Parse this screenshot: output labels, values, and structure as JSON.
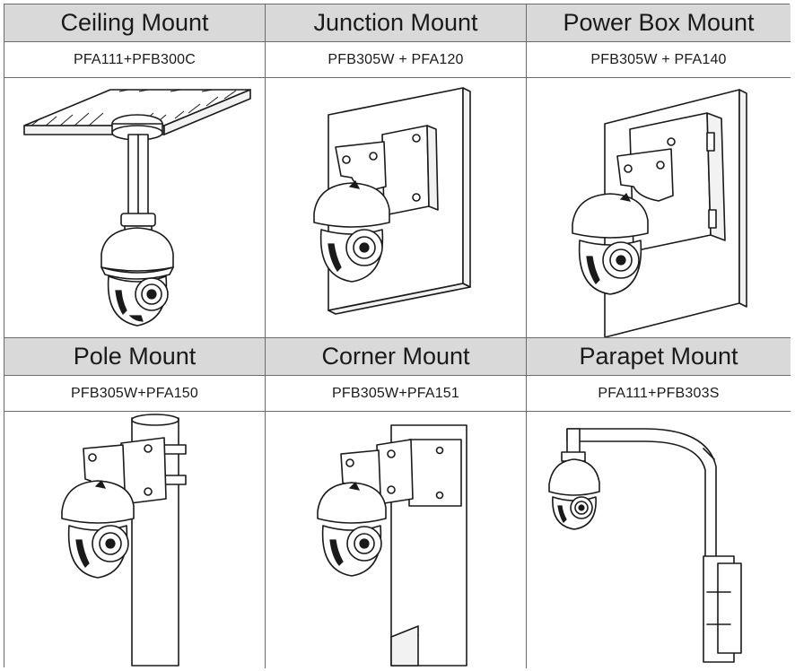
{
  "mounts": [
    {
      "title": "Ceiling Mount",
      "model": "PFA111+PFB300C"
    },
    {
      "title": "Junction Mount",
      "model": "PFB305W + PFA120"
    },
    {
      "title": "Power Box Mount",
      "model": "PFB305W + PFA140"
    },
    {
      "title": "Pole Mount",
      "model": "PFB305W+PFA150"
    },
    {
      "title": "Corner Mount",
      "model": "PFB305W+PFA151"
    },
    {
      "title": "Parapet Mount",
      "model": "PFA111+PFB303S"
    }
  ]
}
